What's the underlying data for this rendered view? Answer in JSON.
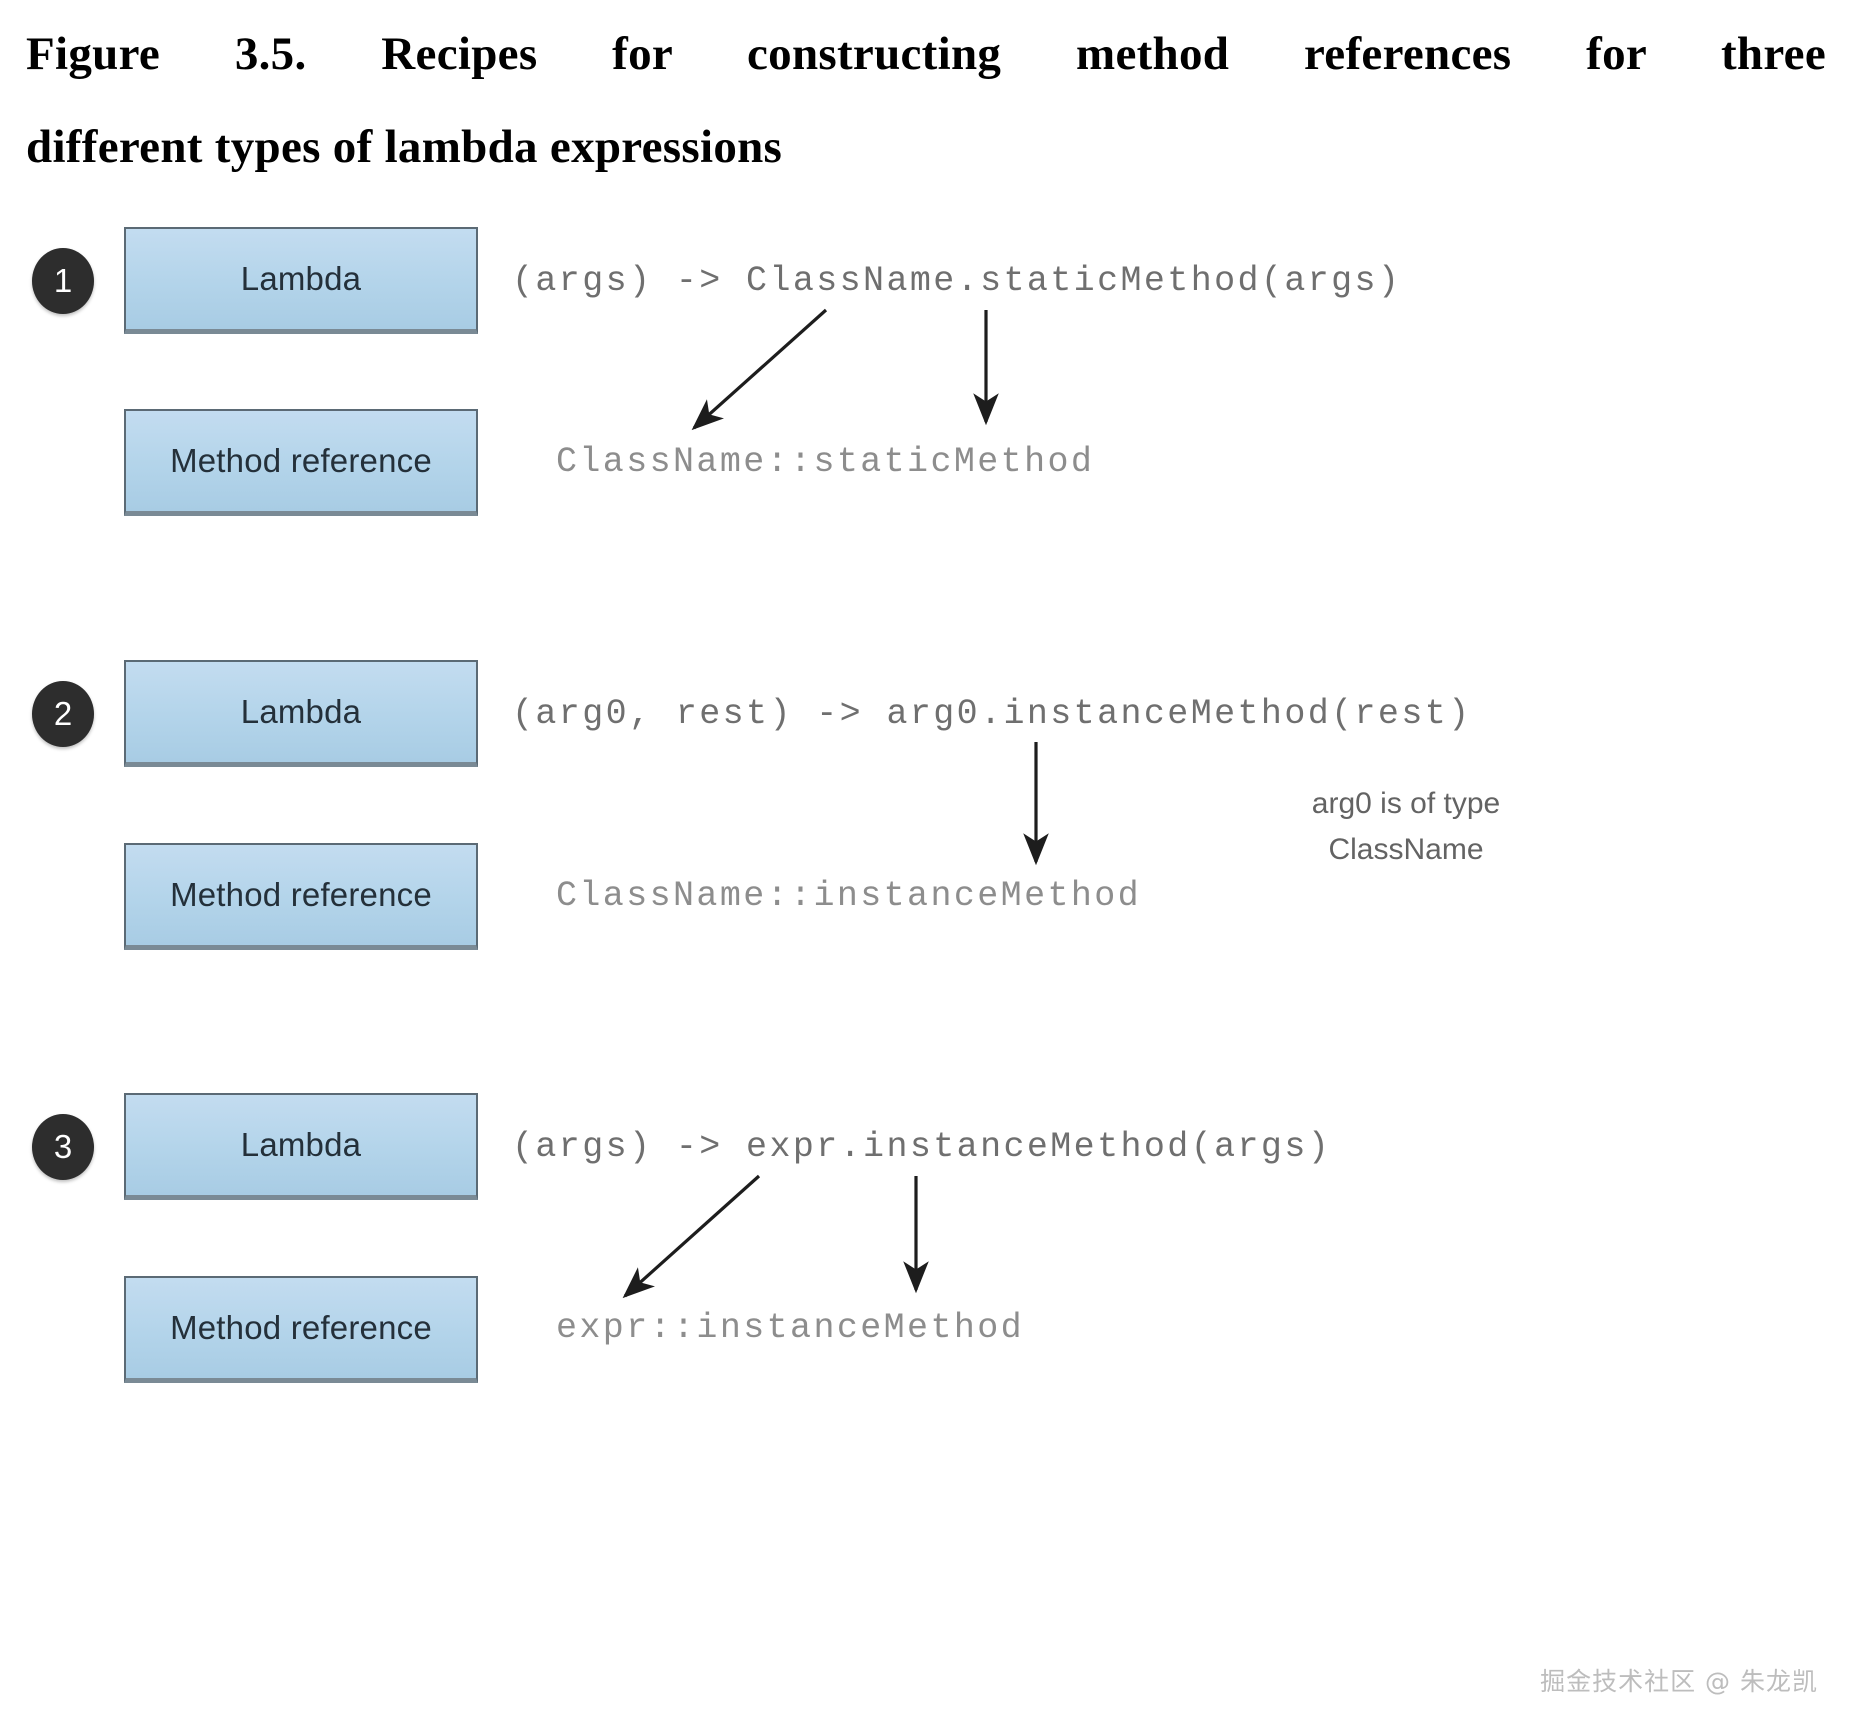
{
  "figure": {
    "title_line1": "Figure 3.5.  Recipes for constructing method references for three",
    "title_line2": "different types of lambda expressions"
  },
  "labels": {
    "lambda": "Lambda",
    "method_reference": "Method reference"
  },
  "blocks": [
    {
      "number": "1",
      "lambda_label": "Lambda",
      "method_reference_label": "Method reference",
      "lambda_code": "(args) -> ClassName.staticMethod(args)",
      "method_reference_code": "ClassName::staticMethod",
      "note": ""
    },
    {
      "number": "2",
      "lambda_label": "Lambda",
      "method_reference_label": "Method reference",
      "lambda_code": "(arg0, rest) -> arg0.instanceMethod(rest)",
      "method_reference_code": "ClassName::instanceMethod",
      "note": "arg0 is of type\nClassName"
    },
    {
      "number": "3",
      "lambda_label": "Lambda",
      "method_reference_label": "Method reference",
      "lambda_code": "(args) -> expr.instanceMethod(args)",
      "method_reference_code": "expr::instanceMethod",
      "note": ""
    }
  ],
  "watermark": "掘金技术社区 @ 朱龙凯",
  "colors": {
    "box_fill": "#b3d4ea",
    "box_border": "#5b6a75",
    "badge_fill": "#2d2d2d",
    "code_text": "#6f6f6f",
    "title_text": "#000000",
    "watermark_text": "#bdbdbd"
  }
}
